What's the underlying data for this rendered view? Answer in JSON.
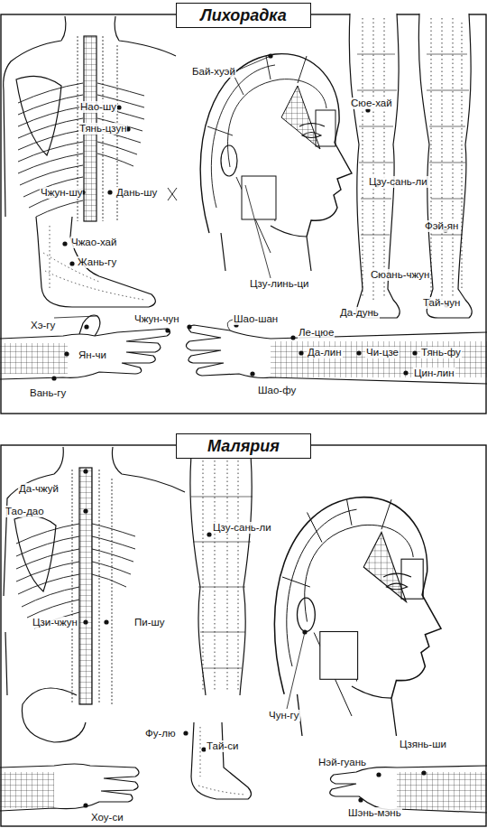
{
  "diagram": {
    "nodes": [
      {
        "text": [
          "Лихорадка"
        ]
      },
      {
        "text": [
          "Малярия"
        ]
      }
    ],
    "labels": [
      "Нао-шу",
      "Тянь-цзун",
      "Чжун-шу",
      "Дань-шу",
      "Бай-хуэй",
      "Сюе-хай",
      "Цзу-сань-ли",
      "Фэй-ян",
      "Чжао-хай",
      "Жань-гу",
      "Цзу-линь-ци",
      "Сюань-чжун",
      "Да-дунь",
      "Тай-чун",
      "Хэ-гу",
      "Чжун-чун",
      "Шао-шан",
      "Ле-цюе",
      "Ян-чи",
      "Да-лин",
      "Чи-цзе",
      "Тянь-фу",
      "Цин-лин",
      "Вань-гу",
      "Шао-фу",
      "Да-чжуй",
      "Тао-дао",
      "Цзу-сань-ли",
      "Цзи-чжун",
      "Пи-шу",
      "Чун-гу",
      "Фу-лю",
      "Тай-си",
      "Нэй-гуань",
      "Цзянь-ши",
      "Хоу-си",
      "Шэнь-мэнь"
    ]
  }
}
